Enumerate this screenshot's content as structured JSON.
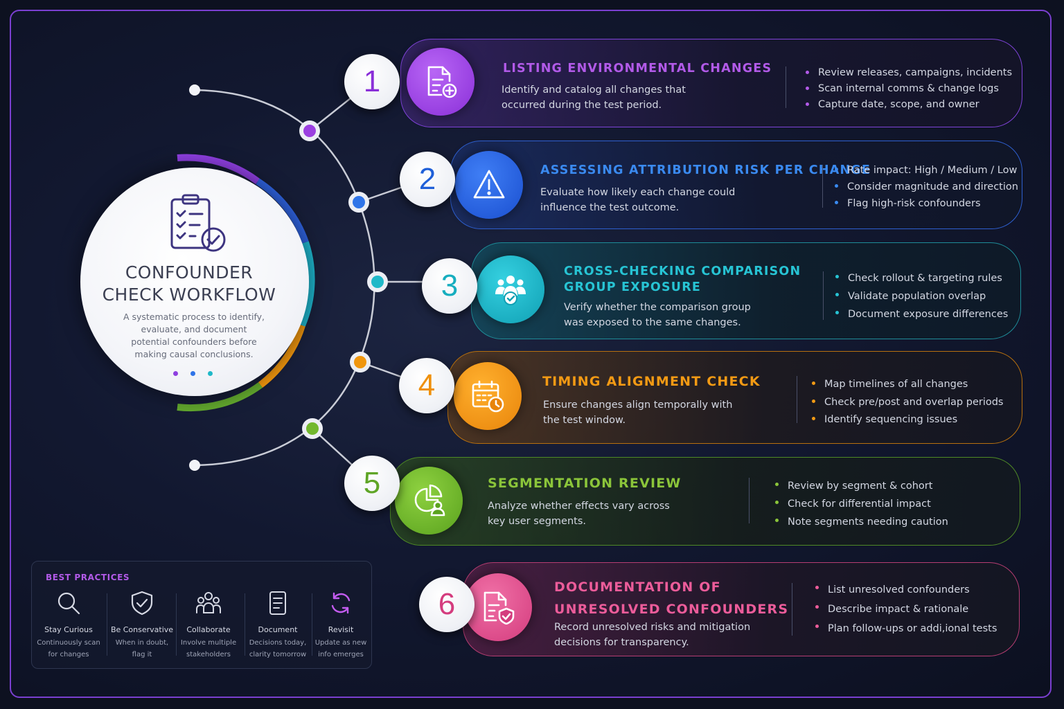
{
  "hub": {
    "title": "CONFOUNDER\nCHECK WORKFLOW",
    "description": "A systematic process to identify, evaluate, and document potential confounders before making causal conclusions.",
    "icon": "clipboard-check-icon"
  },
  "steps": [
    {
      "number": "1",
      "title": "LISTING ENVIRONMENTAL CHANGES",
      "description": "Identify and catalog all changes that\noccurred during the test period.",
      "bullets": [
        "Review releases, campaigns, incidents",
        "Scan internal comms & change logs",
        "Capture date, scope, and owner"
      ],
      "color": "#9b3fe0",
      "icon": "document-add-icon"
    },
    {
      "number": "2",
      "title": "ASSESSING ATTRIBUTION RISK PER CHANGE",
      "description": "Evaluate how likely each change could\ninfluence the test outcome.",
      "bullets": [
        "Rate impact: High / Medium / Low",
        "Consider magnitude and direction",
        "Flag high-risk confounders"
      ],
      "color": "#2f74e8",
      "icon": "warning-icon"
    },
    {
      "number": "3",
      "title": "CROSS-CHECKING COMPARISON\nGROUP EXPOSURE",
      "description": "Verify whether the comparison group\nwas exposed to the same changes.",
      "bullets": [
        "Check rollout & targeting rules",
        "Validate population overlap",
        "Document exposure differences"
      ],
      "color": "#1fb8c8",
      "icon": "group-check-icon"
    },
    {
      "number": "4",
      "title": "TIMING ALIGNMENT CHECK",
      "description": "Ensure changes align temporally with\nthe test window.",
      "bullets": [
        "Map timelines of all changes",
        "Check pre/post and overlap periods",
        "Identify sequencing issues"
      ],
      "color": "#f0960e",
      "icon": "calendar-clock-icon"
    },
    {
      "number": "5",
      "title": "SEGMENTATION REVIEW",
      "description": "Analyze whether effects vary across\nkey user segments.",
      "bullets": [
        "Review by segment & cohort",
        "Check for differential impact",
        "Note segments needing caution"
      ],
      "color": "#72b82e",
      "icon": "pie-user-icon"
    },
    {
      "number": "6",
      "title": "DOCUMENTATION OF\nUNRESOLVED CONFOUNDERS",
      "description": "Record unresolved risks and mitigation\ndecisions for transparency.",
      "bullets": [
        "List unresolved confounders",
        "Describe impact & rationale",
        "Plan follow-ups or addi,ional tests"
      ],
      "color": "#e0508e",
      "icon": "document-shield-icon"
    }
  ],
  "best_practices": {
    "title": "BEST PRACTICES",
    "items": [
      {
        "name": "Stay Curious",
        "text": "Continuously scan\nfor changes",
        "icon": "search-icon"
      },
      {
        "name": "Be Conservative",
        "text": "When in doubt,\nflag it",
        "icon": "shield-check-icon"
      },
      {
        "name": "Collaborate",
        "text": "Involve multiple\nstakeholders",
        "icon": "people-icon"
      },
      {
        "name": "Document",
        "text": "Decisions today,\nclarity tomorrow",
        "icon": "document-icon"
      },
      {
        "name": "Revisit",
        "text": "Update as new\ninfo emerges",
        "icon": "refresh-icon"
      }
    ]
  },
  "colors": {
    "background": "#0d1120",
    "frame": "#7a3fd0",
    "best_practices_accent": "#b25ae8"
  }
}
